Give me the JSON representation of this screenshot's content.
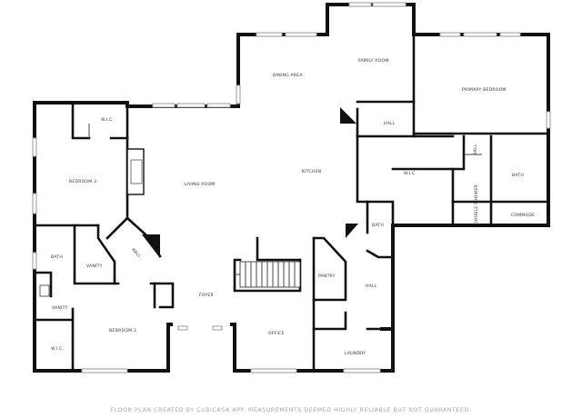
{
  "rooms": {
    "dining_area": "DINING AREA",
    "family_room": "FAMILY ROOM",
    "primary_bedroom": "PRIMARY BEDROOM",
    "hall_upper": "HALL",
    "wic_top_left": "W.I.C",
    "wic_primary": "W.I.C.",
    "hall_primary": "HALL",
    "bath_primary": "BATH",
    "double_shower": "DOUBLE SHOWER",
    "commode": "COMMODE",
    "bedroom_3": "BEDROOM 3",
    "living_room": "LIVING ROOM",
    "kitchen": "KITCHEN",
    "bath_hall": "BATH",
    "bath_left": "BATH",
    "vanity_left": "VANITY",
    "hall_left": "HALL",
    "pantry": "PANTRY",
    "hall_right": "HALL",
    "foyer": "FOYER",
    "vanity_lower": "VANITY",
    "bedroom_2": "BEDROOM 2",
    "office": "OFFICE",
    "wic_lower": "W.I.C.",
    "laundry": "LAUNDRY"
  },
  "footer": "FLOOR PLAN CREATED BY CUBICASA APP. MEASUREMENTS DEEMED HIGHLY RELIABLE BUT NOT GUARANTEED."
}
